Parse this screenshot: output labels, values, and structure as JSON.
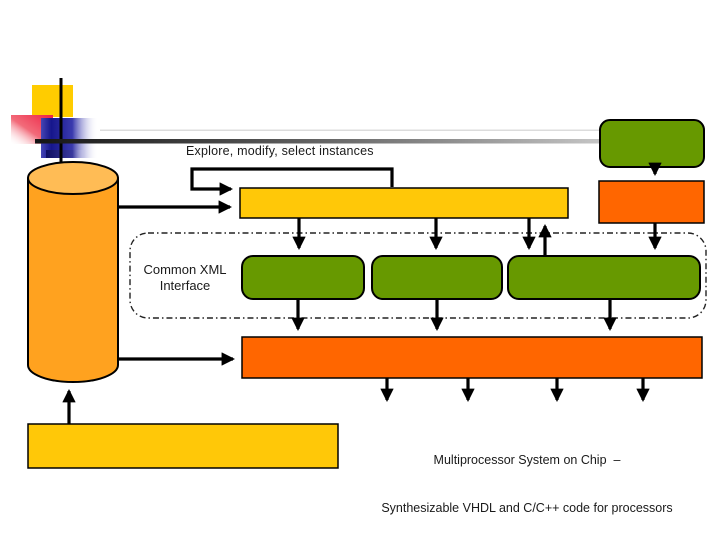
{
  "diagram": {
    "labels": {
      "explore": "Explore, modify, select instances",
      "common_xml_line1": "Common XML",
      "common_xml_line2": "Interface",
      "caption_line1": "Multiprocessor System on Chip  –",
      "caption_line2": "Synthesizable VHDL and C/C++ code for processors"
    },
    "colors": {
      "gold": "#FFC808",
      "orange": "#FF6600",
      "green": "#679900",
      "cylinder_body": "#FFA21F",
      "cylinder_top": "#FFBC55",
      "outline": "#000000",
      "dashed_border": "#222222",
      "accent_gold": "#FFCC00",
      "accent_red": "#EE2244",
      "accent_blue": "#22229A"
    },
    "nodes": [
      {
        "id": "cylinder-datastore",
        "shape": "cylinder",
        "fill": "#FFA21F"
      },
      {
        "id": "top-wide-bar",
        "shape": "rect",
        "fill": "#FFC808"
      },
      {
        "id": "top-right-rounded-box",
        "shape": "rounded-rect",
        "fill": "#679900"
      },
      {
        "id": "top-right-box",
        "shape": "rect",
        "fill": "#FF6600"
      },
      {
        "id": "xml-interface-module-1",
        "shape": "rounded-rect",
        "fill": "#679900"
      },
      {
        "id": "xml-interface-module-2",
        "shape": "rounded-rect",
        "fill": "#679900"
      },
      {
        "id": "xml-interface-module-3",
        "shape": "rounded-rect",
        "fill": "#679900"
      },
      {
        "id": "middle-wide-bar",
        "shape": "rect",
        "fill": "#FF6600"
      },
      {
        "id": "bottom-left-bar",
        "shape": "rect",
        "fill": "#FFC808"
      }
    ]
  }
}
